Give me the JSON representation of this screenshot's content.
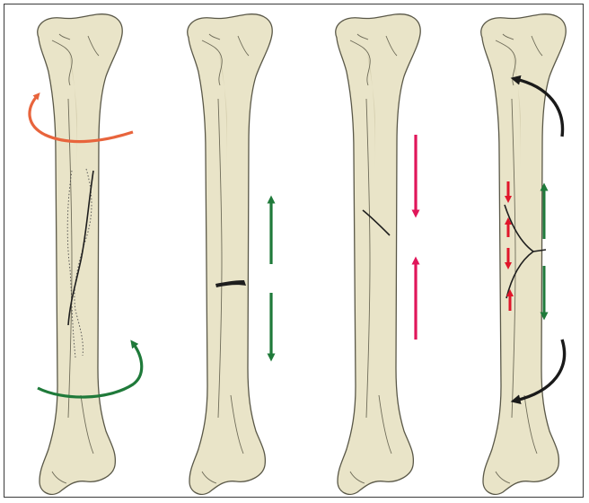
{
  "figure": {
    "panels": [
      {
        "id": "torsion",
        "fracture": "spiral",
        "load": "rotational"
      },
      {
        "id": "tension",
        "fracture": "transverse",
        "load": "axial-tension"
      },
      {
        "id": "compression",
        "fracture": "oblique",
        "load": "axial-compression"
      },
      {
        "id": "bending",
        "fracture": "butterfly-fragment",
        "load": "bending"
      }
    ],
    "colors": {
      "bone_fill": "#e9e4c8",
      "bone_outline": "#5a5848",
      "orange_arrow": "#e8643c",
      "green_arrow": "#1f7a3a",
      "magenta_arrow": "#e0165a",
      "red_arrow": "#e0162a",
      "black_arrow": "#1a1a1a"
    }
  }
}
